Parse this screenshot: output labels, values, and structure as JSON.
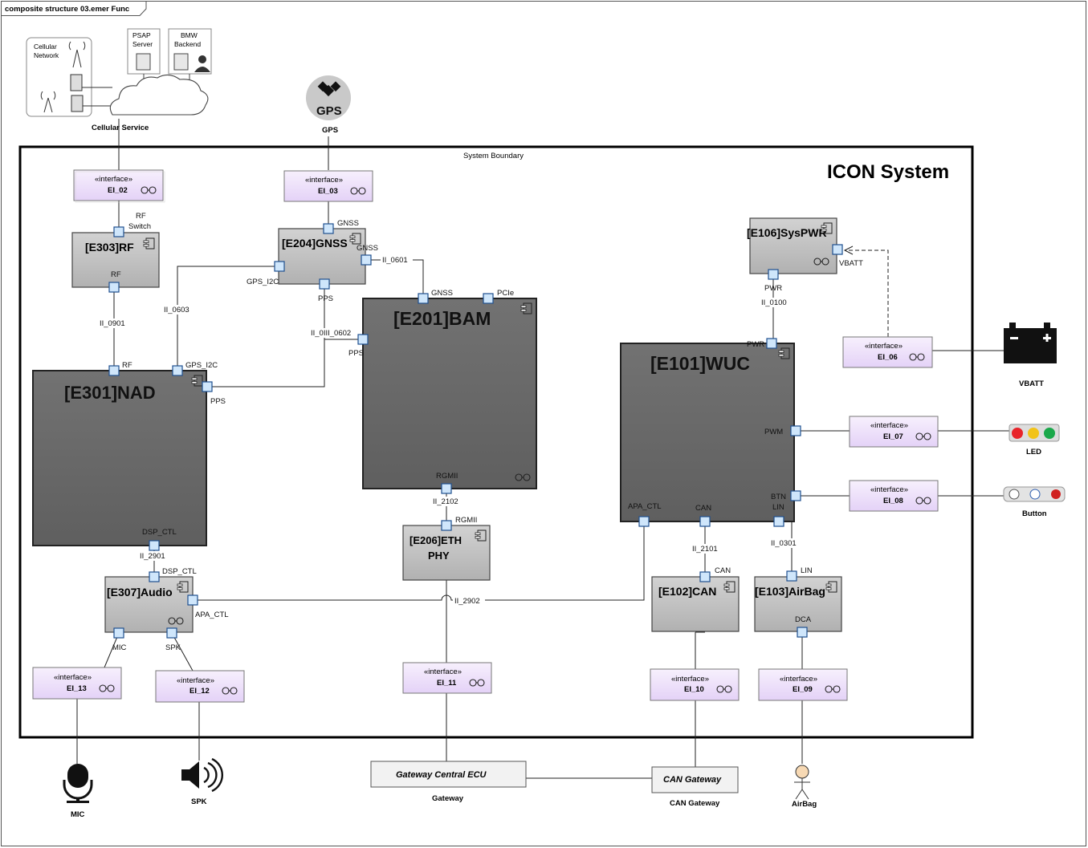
{
  "diagram": {
    "frame_label": "composite structure 03.emer Func",
    "boundary_label": "System Boundary",
    "system_title": "ICON System"
  },
  "externals": {
    "cellular": {
      "network_label_1": "Cellular",
      "network_label_2": "Network",
      "psap_1": "PSAP",
      "psap_2": "Server",
      "bmw_1": "BMW",
      "bmw_2": "Backend",
      "caption": "Cellular Service"
    },
    "gps": {
      "icon_text": "GPS",
      "caption": "GPS"
    },
    "vbatt": {
      "caption": "VBATT"
    },
    "led": {
      "caption": "LED"
    },
    "button": {
      "caption": "Button"
    },
    "mic": {
      "caption": "MIC"
    },
    "spk": {
      "caption": "SPK"
    },
    "gateway": {
      "box": "Gateway Central ECU",
      "caption": "Gateway"
    },
    "can_gateway": {
      "box": "CAN Gateway",
      "caption": "CAN Gateway"
    },
    "airbag": {
      "caption": "AirBag"
    }
  },
  "stereotype": "«interface»",
  "interfaces": {
    "ei02": "EI_02",
    "ei03": "EI_03",
    "ei06": "EI_06",
    "ei07": "EI_07",
    "ei08": "EI_08",
    "ei09": "EI_09",
    "ei10": "EI_10",
    "ei11": "EI_11",
    "ei12": "EI_12",
    "ei13": "EI_13"
  },
  "components": {
    "e303": "[E303]RF",
    "e204": "[E204]GNSS",
    "e201": "[E201]BAM",
    "e301": "[E301]NAD",
    "e106": "[E106]SysPWR",
    "e101": "[E101]WUC",
    "e206a": "[E206]ETH",
    "e206b": "PHY",
    "e307": "[E307]Audio",
    "e102": "[E102]CAN",
    "e103": "[E103]AirBag"
  },
  "ports": {
    "rf_switch_1": "RF",
    "rf_switch_2": "Switch",
    "e303_rf": "RF",
    "nad_rf": "RF",
    "gnss_top": "GNSS",
    "gnss_right": "GNSS",
    "gps_i2c_gnss": "GPS_I2C",
    "pps_gnss": "PPS",
    "nad_gps_i2c": "GPS_I2C",
    "nad_pps": "PPS",
    "bam_gnss": "GNSS",
    "bam_pcie": "PCIe",
    "bam_pps": "PPS",
    "bam_rgmii": "RGMII",
    "eth_rgmii": "RGMII",
    "nad_dsp": "DSP_CTL",
    "audio_dsp": "DSP_CTL",
    "audio_apa": "APA_CTL",
    "audio_mic": "MIC",
    "audio_spk": "SPK",
    "syspwr_vbatt": "VBATT",
    "syspwr_pwr": "PWR",
    "wuc_pwr": "PWR",
    "wuc_pwm": "PWM",
    "wuc_btn": "BTN",
    "wuc_lin": "LIN",
    "wuc_apa": "APA_CTL",
    "wuc_can": "CAN",
    "can_can": "CAN",
    "airbag_lin": "LIN",
    "airbag_dca": "DCA"
  },
  "connectors": {
    "c0901": "II_0901",
    "c0603": "II_0603",
    "c0601": "II_0601",
    "c0602": "II_0III_0602",
    "c2102": "II_2102",
    "c2901": "II_2901",
    "c2902": "II_2902",
    "c0100": "II_0100",
    "c2101": "II_2101",
    "c0301": "II_0301"
  },
  "colors": {
    "interface_fill": "#efe3fb",
    "component_light": "#c3c3c3",
    "component_dark": "#6a6a6a",
    "port_fill": "#cfe6fb",
    "port_stroke": "#1f4f8f",
    "led_red": "#e8242a",
    "led_yellow": "#f2c318",
    "led_green": "#1aa84a",
    "airbag_head": "#f7d9b4"
  }
}
